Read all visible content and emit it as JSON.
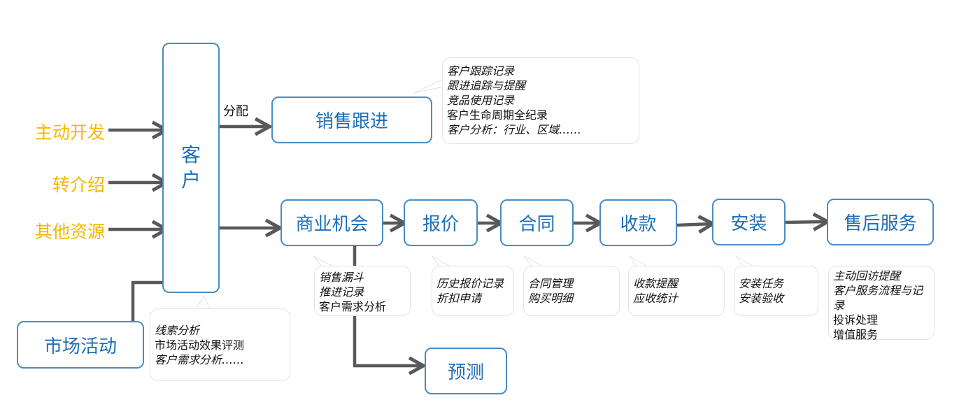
{
  "sources": [
    "主动开发",
    "转介绍",
    "其他资源"
  ],
  "customer": [
    "客",
    "户"
  ],
  "assign_label": "分配",
  "nodes": {
    "sales_followup": "销售跟进",
    "opportunity": "商业机会",
    "quote": "报价",
    "contract": "合同",
    "payment": "收款",
    "install": "安装",
    "after_sales": "售后服务",
    "forecast": "预测",
    "marketing": "市场活动"
  },
  "notes": {
    "followup": [
      "客户跟踪记录",
      "跟进追踪与提醒",
      "竞品使用记录",
      "客户生命周期全纪录",
      "客户分析：行业、区域……"
    ],
    "opportunity": [
      "销售漏斗",
      "推进记录",
      "客户需求分析"
    ],
    "quote": [
      "历史报价记录",
      "折扣申请"
    ],
    "contract": [
      "合同管理",
      "购买明细"
    ],
    "payment": [
      "收款提醒",
      "应收统计"
    ],
    "install": [
      "安装任务",
      "安装验收"
    ],
    "after_sales": [
      "主动回访提醒",
      "客户服务流程与记录",
      "投诉处理",
      "增值服务"
    ],
    "marketing": [
      "线索分析",
      "市场活动效果评测",
      "客户需求分析……"
    ]
  },
  "colors": {
    "arrow": "#595959",
    "border": "#4a8cc4",
    "text_blue": "#1e6fb8",
    "source": "#f5b800"
  }
}
